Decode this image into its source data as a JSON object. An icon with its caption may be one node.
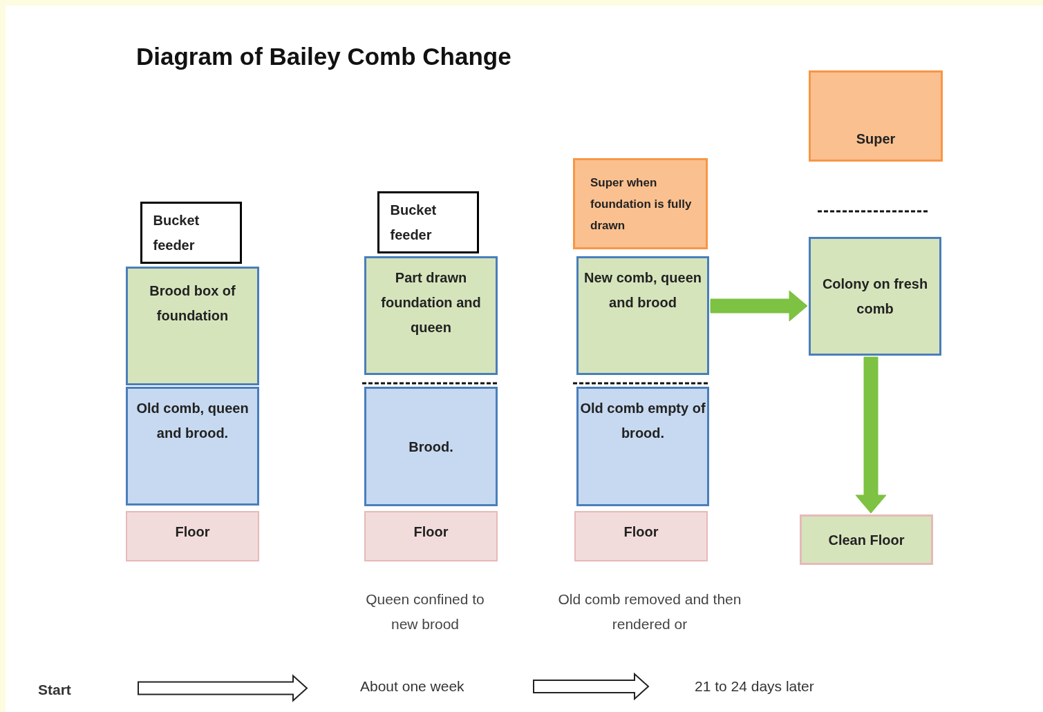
{
  "diagram": {
    "title": "Diagram of Bailey Comb Change",
    "nodes": [
      {
        "text": [
          "Bucket feeder"
        ]
      },
      {
        "text": [
          "Brood box of foundation"
        ]
      },
      {
        "text": [
          "Old comb, queen and brood."
        ]
      },
      {
        "text": [
          "Floor"
        ]
      },
      {
        "text": [
          "Bucket feeder"
        ]
      },
      {
        "text": [
          "Part drawn foundation and queen"
        ]
      },
      {
        "text": [
          "Brood."
        ]
      },
      {
        "text": [
          "Floor"
        ],
        "beside": [
          "Queen confined to new brood"
        ]
      },
      {
        "text": [
          "Super when foundation is fully drawn"
        ]
      },
      {
        "text": [
          "New comb, queen and brood"
        ]
      },
      {
        "text": [
          "Old comb empty of brood."
        ]
      },
      {
        "text": [
          "Floor"
        ],
        "beside": [
          "Old comb removed and then rendered or"
        ]
      },
      {
        "text": [
          "Super"
        ]
      },
      {
        "text": [
          "Colony on fresh comb"
        ]
      },
      {
        "text": [
          "Clean Floor"
        ]
      },
      {
        "text": [
          "Start"
        ]
      },
      {
        "text": [
          "About one week"
        ]
      },
      {
        "text": [
          "21 to 24 days later"
        ]
      }
    ],
    "edges": [
      {
        "from": 9,
        "to": 13,
        "arrow": "to",
        "style": "thick",
        "color": "#7dc242"
      },
      {
        "from": 13,
        "to": 14,
        "arrow": "to",
        "style": "thick",
        "color": "#7dc242"
      },
      {
        "from": 15,
        "to": 16,
        "arrow": "to"
      },
      {
        "from": 16,
        "to": 17,
        "arrow": "to"
      }
    ]
  }
}
